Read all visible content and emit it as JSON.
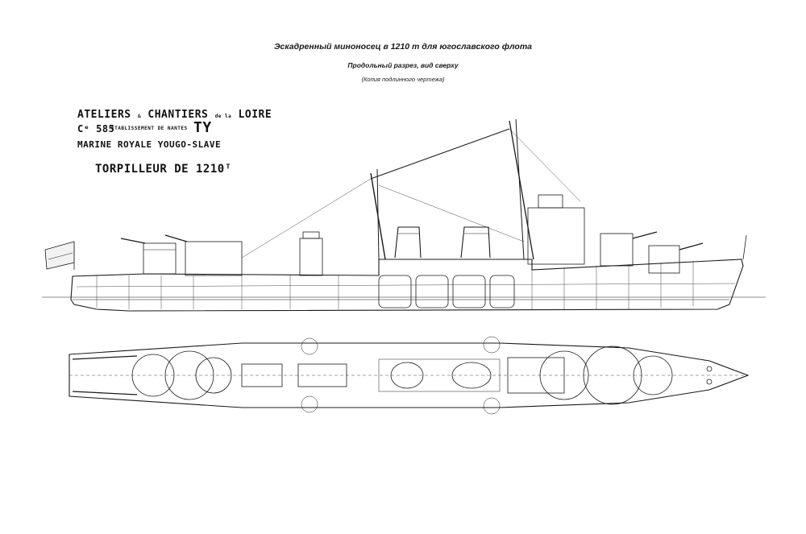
{
  "header": {
    "title": "Эскадренный миноносец в 1210 т для югославского флота",
    "subtitle": "Продольный разрез, вид сверху",
    "note": "(Копия подлинного чертежа)"
  },
  "stamp": {
    "line1_a": "ATELIERS",
    "line1_small1": "&",
    "line1_b": "CHANTIERS",
    "line1_small2": "de la",
    "line1_c": "LOIRE",
    "line2_a": "Cᵉ 585",
    "line2_b": "ETABLISSEMENT DE NANTES",
    "line2_c": "TY",
    "line3": "MARINE ROYALE YOUGO-SLAVE",
    "line4": "TORPILLEUR DE 1210ᵀ"
  },
  "colors": {
    "ink": "#1a1a1a",
    "paper": "#ffffff"
  }
}
